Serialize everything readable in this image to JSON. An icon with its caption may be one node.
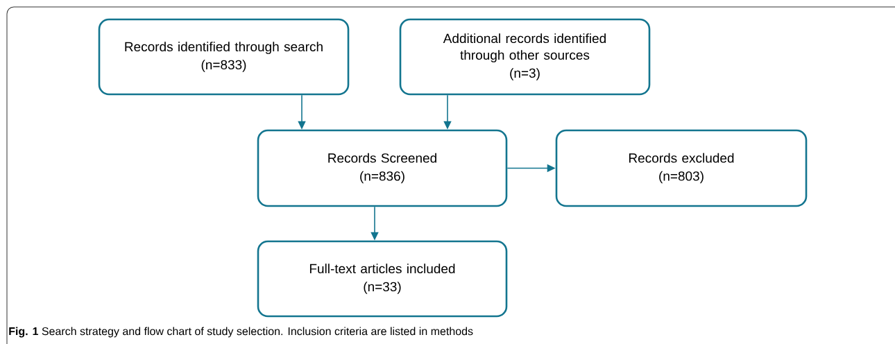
{
  "diagram": {
    "caption": "**Fig. 1** Search strategy and flow chart of study selection. Inclusion criteria are listed in methods",
    "nodes": [
      {
        "text": [
          "Records identified through search",
          "(n=833)"
        ]
      },
      {
        "text": [
          "Additional records identified through other sources",
          "(n=3)"
        ]
      },
      {
        "text": [
          "Records Screened",
          "(n=836)"
        ]
      },
      {
        "text": [
          "Records excluded",
          "(n=803)"
        ]
      },
      {
        "text": [
          "Full-text articles included",
          "(n=33)"
        ]
      }
    ],
    "edges": [
      {
        "from": 0,
        "to": 2,
        "arrow": "to"
      },
      {
        "from": 1,
        "to": 2,
        "arrow": "to"
      },
      {
        "from": 2,
        "to": 3,
        "arrow": "to"
      },
      {
        "from": 2,
        "to": 4,
        "arrow": "to"
      }
    ]
  }
}
